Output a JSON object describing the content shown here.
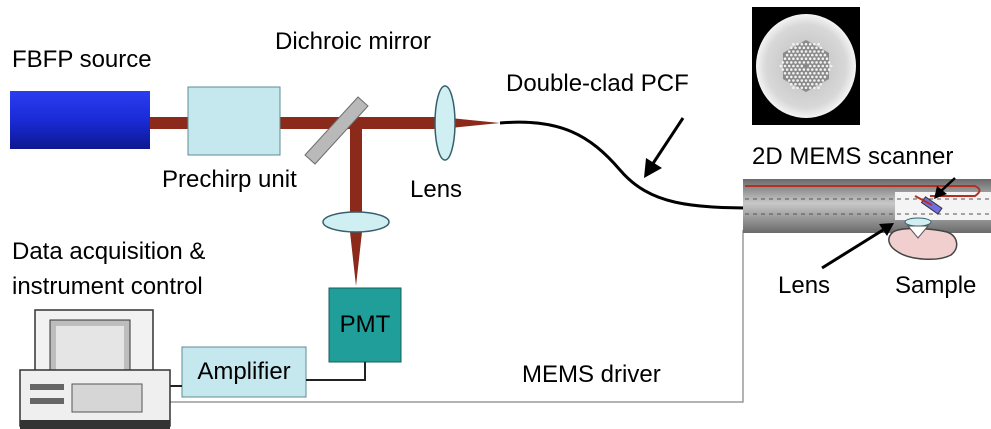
{
  "labels": {
    "source": "FBFP source",
    "dichroic": "Dichroic mirror",
    "fiber": "Double-clad PCF",
    "prechirp": "Prechirp unit",
    "lens_main": "Lens",
    "scanner": "2D MEMS scanner",
    "daq_line1": "Data acquisition &",
    "daq_line2": "instrument control",
    "lens_probe": "Lens",
    "sample": "Sample",
    "pmt": "PMT",
    "amplifier": "Amplifier",
    "mems_driver": "MEMS driver"
  },
  "colors": {
    "source_blue": "#1a2bd6",
    "beam": "#8b2a1a",
    "box_light": "#c5e7ee",
    "pmt_teal": "#1f9e9a",
    "lens_fill": "#cfeff3",
    "probe_gray": "#8c8c8c",
    "sample_pink": "#f1cfcf"
  },
  "icons": {
    "computer": "computer-icon",
    "fiber_cross_section": "fiber-cross-section-icon"
  }
}
